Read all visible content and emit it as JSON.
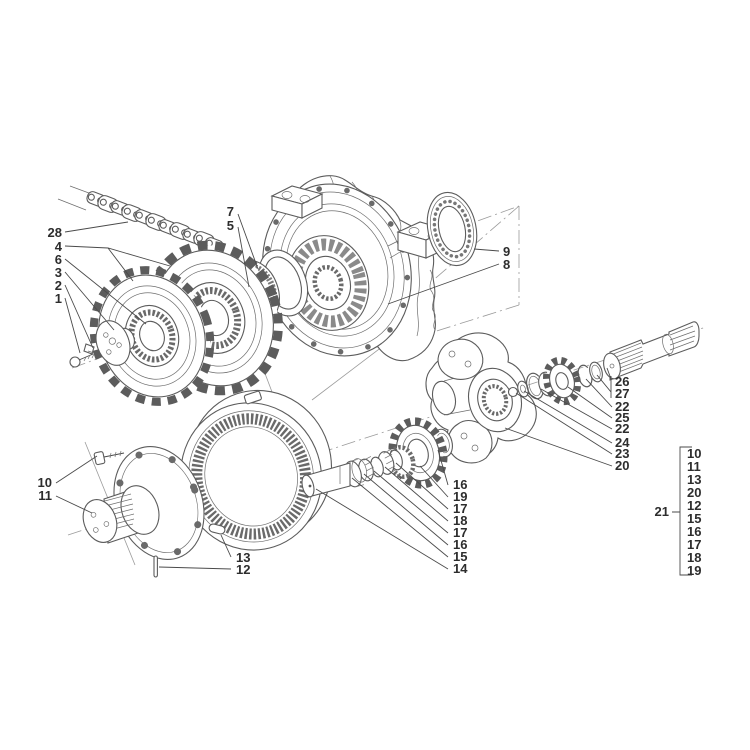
{
  "figure": {
    "kind": "exploded-parts-diagram"
  },
  "colors": {
    "background": "#ffffff",
    "part_line": "#5c5c5c",
    "leader_line": "#4a4a4a",
    "construction_line": "#9b9b9b",
    "label_text": "#2d2d2d"
  },
  "callouts": [
    "28",
    "4",
    "6",
    "3",
    "2",
    "1",
    "7",
    "5",
    "9",
    "8",
    "26",
    "27",
    "22",
    "25",
    "22",
    "24",
    "23",
    "20",
    "16",
    "19",
    "17",
    "18",
    "17",
    "16",
    "15",
    "14",
    "10",
    "11",
    "13",
    "12",
    "21"
  ],
  "bracket_group": {
    "label": "21",
    "items": [
      "10",
      "11",
      "13",
      "20",
      "12",
      "15",
      "16",
      "17",
      "18",
      "19"
    ]
  }
}
